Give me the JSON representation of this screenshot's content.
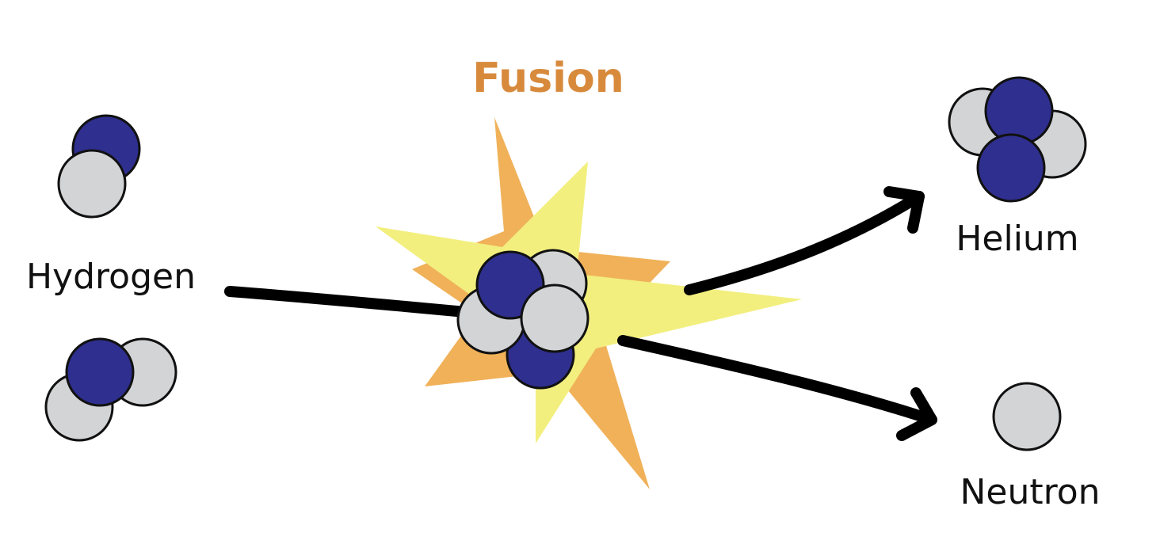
{
  "title": "Fusion",
  "labels": {
    "hydrogen": "Hydrogen",
    "helium": "Helium",
    "neutron": "Neutron"
  },
  "colors": {
    "title": "#d88a3c",
    "proton": "#2f2f8f",
    "neutron": "#d3d4d6",
    "burst_outer": "#f0b159",
    "burst_inner": "#f2ef7f",
    "arrow": "#000000",
    "outline": "#111111"
  }
}
